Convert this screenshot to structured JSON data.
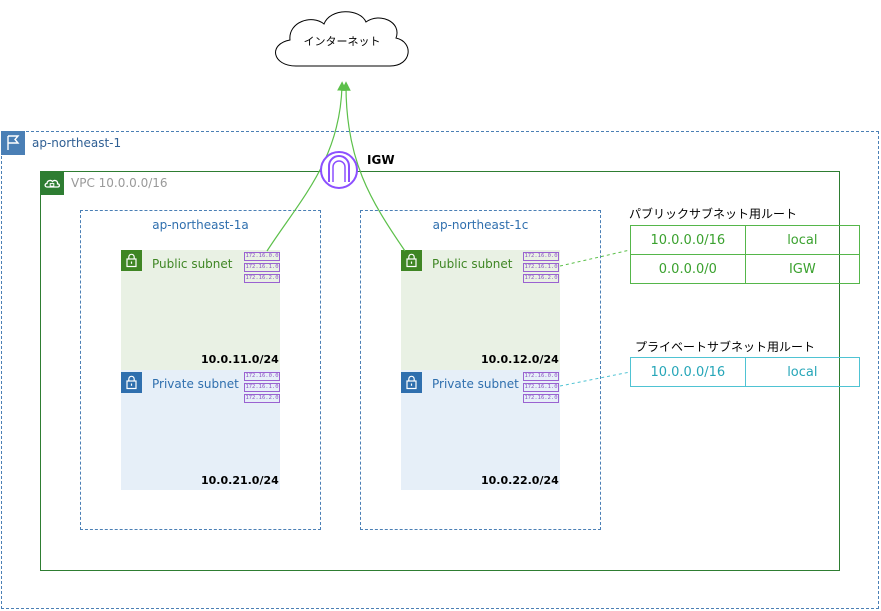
{
  "cloud_label": "インターネット",
  "igw_label": "IGW",
  "region_label": "ap-northeast-1",
  "vpc_label": "VPC 10.0.0.0/16",
  "azs": [
    {
      "name": "ap-northeast-1a",
      "public_subnet": {
        "label": "Public subnet",
        "cidr": "10.0.11.0/24"
      },
      "private_subnet": {
        "label": "Private subnet",
        "cidr": "10.0.21.0/24"
      }
    },
    {
      "name": "ap-northeast-1c",
      "public_subnet": {
        "label": "Public subnet",
        "cidr": "10.0.12.0/24"
      },
      "private_subnet": {
        "label": "Private subnet",
        "cidr": "10.0.22.0/24"
      }
    }
  ],
  "ip_chips": [
    "172.16.0.0",
    "172.16.1.0",
    "172.16.2.0"
  ],
  "public_route": {
    "title": "パブリックサブネット用ルート",
    "rows": [
      {
        "dest": "10.0.0.0/16",
        "target": "local"
      },
      {
        "dest": "0.0.0.0/0",
        "target": "IGW"
      }
    ]
  },
  "private_route": {
    "title": "プライベートサブネット用ルート",
    "rows": [
      {
        "dest": "10.0.0.0/16",
        "target": "local"
      }
    ]
  },
  "colors": {
    "region_border": "#4a7fb5",
    "vpc_border": "#2e7d32",
    "public_bg": "#e9f1e4",
    "private_bg": "#e6eff8",
    "public_icon": "#3f8624",
    "private_icon": "#2f6fae",
    "igw": "#8c4fff",
    "arrow": "#5cc04a",
    "private_route": "#4fc3d3"
  }
}
